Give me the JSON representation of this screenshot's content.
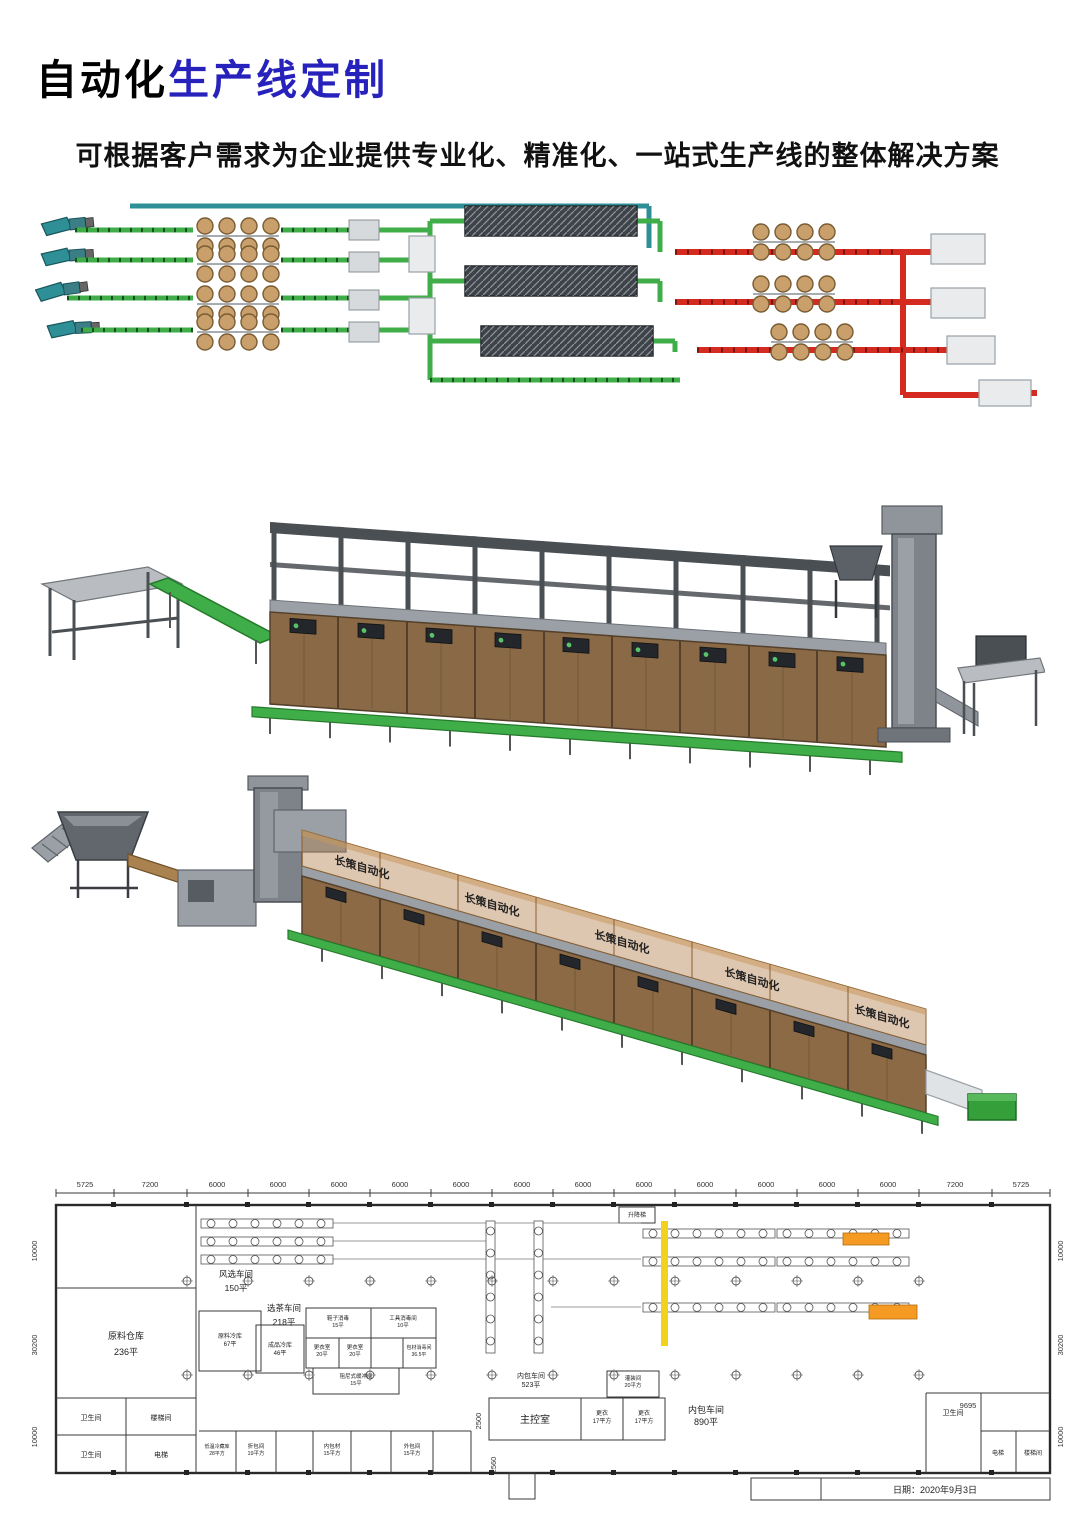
{
  "header": {
    "title_black": "自动化",
    "title_blue": "生产线定制",
    "subtitle": "可根据客户需求为企业提供专业化、精准化、一站式生产线的整体解决方案"
  },
  "colors": {
    "title_blue": "#2722bb",
    "conveyor_green": "#3fae49",
    "line_red": "#d42a20",
    "machine_teal": "#2e8f96",
    "cabinet_brown": "#8a6a46",
    "cover_tan": "#b07c3f",
    "bin_green": "#35a03a",
    "highlight_yellow": "#f3d11f",
    "highlight_orange": "#f59a23"
  },
  "renders": {
    "brand_label": "长策自动化"
  },
  "floorplan": {
    "dims_top": [
      "5725",
      "7200",
      "6000",
      "6000",
      "6000",
      "6000",
      "6000",
      "6000",
      "6000",
      "6000",
      "6000",
      "6000",
      "6000",
      "6000",
      "7200",
      "5725"
    ],
    "dims_left": [
      "10000",
      "30200",
      "10000"
    ],
    "dims_right": [
      "10000",
      "30200",
      "10000"
    ],
    "dims_inner": {
      "w9695": "9695",
      "h2500": "2500",
      "h2560": "2560"
    },
    "labels": {
      "raw_warehouse": "原料仓库",
      "raw_warehouse_area": "236平",
      "wind_sorting": "风选车间",
      "wind_sorting_area": "150平",
      "tea_sorting": "选茶车间",
      "tea_sorting_area": "218平",
      "raw_cold": "原料冷库",
      "raw_cold_area": "67平",
      "finished_cold": "成品冷库",
      "finished_cold_area": "46平",
      "shoe_disinfect": "鞋子消毒",
      "shoe_disinfect_area": "15平",
      "tool_disinfect": "工具消毒间",
      "tool_disinfect_area": "10平",
      "dressing_a": "更衣室",
      "dressing_a_area": "20平",
      "dressing_b": "更衣室",
      "dressing_b_area": "20平",
      "material_disinfect": "包材消毒间",
      "material_disinfect_area": "36.5平",
      "buffer_room": "阻尼式缓冲间",
      "buffer_room_area": "15平",
      "inner_pack_a": "内包车间",
      "inner_pack_a_area": "523平",
      "filling_room": "灌装间",
      "filling_room_area": "20平方",
      "control_room": "主控室",
      "dressing_c": "更衣",
      "dressing_c_area": "17平方",
      "dressing_d": "更衣",
      "dressing_d_area": "17平方",
      "inner_pack_b": "内包车间",
      "inner_pack_b_area": "890平",
      "lift": "升降梯",
      "toilet_left_1": "卫生间",
      "toilet_left_2": "卫生间",
      "stairs_left": "楼梯间",
      "elevator_left": "电梯",
      "cold_store": "低温冷藏库",
      "cold_store_area": "28平方",
      "fold_pack": "折包间",
      "fold_pack_area": "19平方",
      "inner_material": "内包材",
      "inner_material_area": "15平方",
      "outer_pack": "外包间",
      "outer_pack_area": "15平方",
      "toilet_right": "卫生间",
      "elevator_right": "电梯",
      "stairs_right": "楼梯间",
      "date": "日期：2020年9月3日"
    }
  }
}
